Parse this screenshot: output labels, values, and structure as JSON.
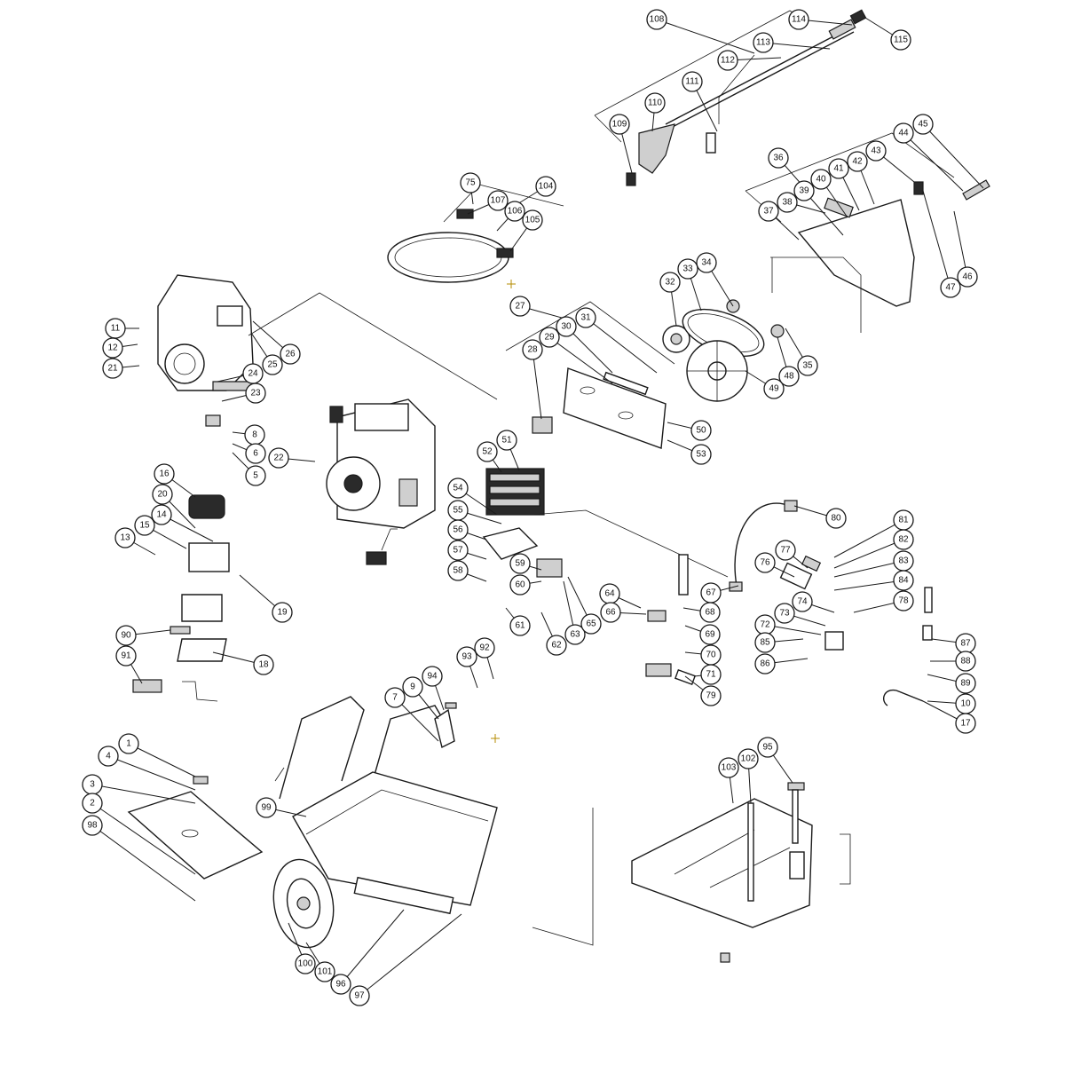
{
  "diagram": {
    "type": "exploded-parts-view",
    "callout_labels": [
      "108",
      "114",
      "115",
      "113",
      "112",
      "111",
      "110",
      "109",
      "104",
      "75",
      "107",
      "106",
      "105",
      "36",
      "44",
      "45",
      "43",
      "42",
      "41",
      "40",
      "39",
      "38",
      "37",
      "47",
      "46",
      "35",
      "34",
      "33",
      "32",
      "27",
      "31",
      "30",
      "29",
      "28",
      "49",
      "48",
      "11",
      "12",
      "21",
      "26",
      "25",
      "24",
      "23",
      "8",
      "6",
      "5",
      "22",
      "51",
      "52",
      "50",
      "53",
      "54",
      "55",
      "56",
      "57",
      "58",
      "59",
      "60",
      "61",
      "62",
      "63",
      "65",
      "64",
      "66",
      "67",
      "68",
      "69",
      "70",
      "71",
      "79",
      "80",
      "81",
      "82",
      "83",
      "84",
      "78",
      "77",
      "76",
      "74",
      "73",
      "72",
      "85",
      "86",
      "87",
      "88",
      "89",
      "10",
      "17",
      "16",
      "20",
      "14",
      "15",
      "13",
      "19",
      "18",
      "90",
      "91",
      "92",
      "93",
      "94",
      "9",
      "7",
      "1",
      "4",
      "3",
      "2",
      "98",
      "99",
      "100",
      "101",
      "96",
      "97",
      "95",
      "102",
      "103"
    ]
  }
}
